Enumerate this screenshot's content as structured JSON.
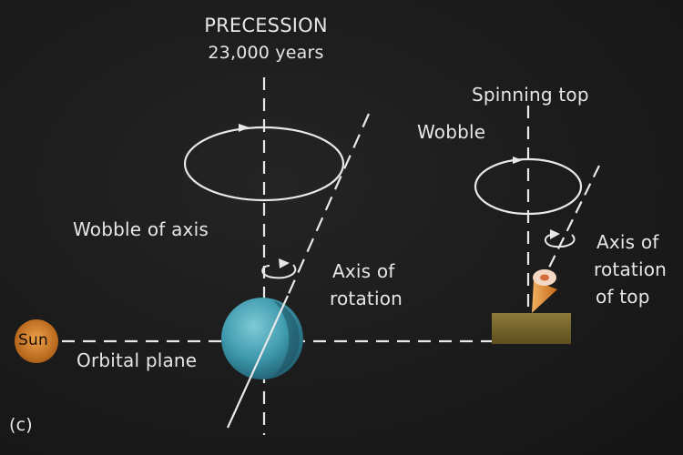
{
  "title": {
    "line1": "PRECESSION",
    "line2": "23,000 years"
  },
  "labels": {
    "wobble_of_axis": "Wobble of axis",
    "axis_of_rotation": [
      "Axis of",
      "rotation"
    ],
    "sun": "Sun",
    "orbital_plane": "Orbital plane",
    "spinning_top": "Spinning top",
    "wobble": "Wobble",
    "axis_of_rotation_of_top": [
      "Axis of",
      "rotation",
      "of top"
    ],
    "panel": "(c)"
  },
  "colors": {
    "background": "#1b1b1b",
    "line": "#e8e8e8",
    "text": "#e6e6e6",
    "sun": "#c9781e",
    "earth": "#4aa7b8",
    "top_cone": "#d9892e",
    "block": "#7c6a2c"
  }
}
